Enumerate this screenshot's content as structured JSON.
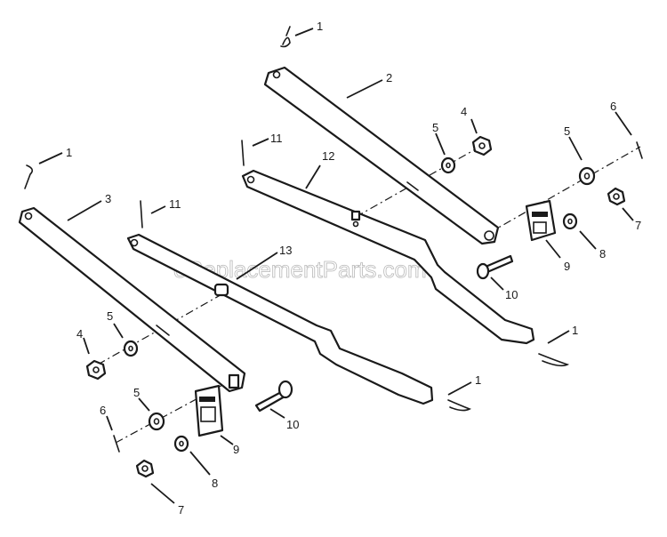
{
  "watermark": "eReplacementParts.com",
  "callouts": [
    {
      "id": "c1a",
      "text": "1"
    },
    {
      "id": "c1b",
      "text": "1"
    },
    {
      "id": "c1c",
      "text": "1"
    },
    {
      "id": "c1d",
      "text": "1"
    },
    {
      "id": "c2",
      "text": "2"
    },
    {
      "id": "c3",
      "text": "3"
    },
    {
      "id": "c4a",
      "text": "4"
    },
    {
      "id": "c4b",
      "text": "4"
    },
    {
      "id": "c5a",
      "text": "5"
    },
    {
      "id": "c5b",
      "text": "5"
    },
    {
      "id": "c5c",
      "text": "5"
    },
    {
      "id": "c5d",
      "text": "5"
    },
    {
      "id": "c6a",
      "text": "6"
    },
    {
      "id": "c6b",
      "text": "6"
    },
    {
      "id": "c7a",
      "text": "7"
    },
    {
      "id": "c7b",
      "text": "7"
    },
    {
      "id": "c8a",
      "text": "8"
    },
    {
      "id": "c8b",
      "text": "8"
    },
    {
      "id": "c9a",
      "text": "9"
    },
    {
      "id": "c9b",
      "text": "9"
    },
    {
      "id": "c10a",
      "text": "10"
    },
    {
      "id": "c10b",
      "text": "10"
    },
    {
      "id": "c11a",
      "text": "11"
    },
    {
      "id": "c11b",
      "text": "11"
    },
    {
      "id": "c12",
      "text": "12"
    },
    {
      "id": "c13",
      "text": "13"
    }
  ]
}
